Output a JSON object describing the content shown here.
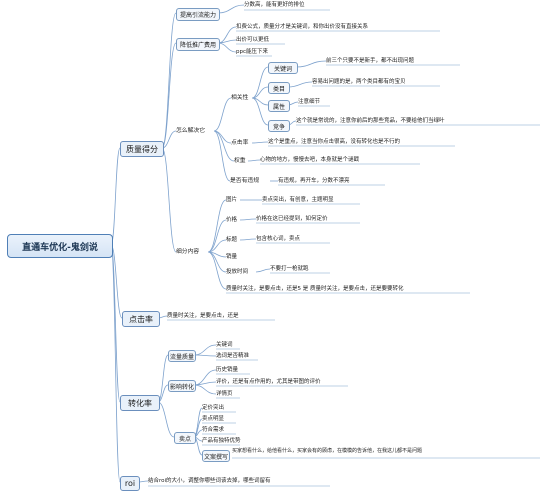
{
  "root": "直通车优化-鬼剑说",
  "branches": {
    "quality": "质量得分",
    "ctr": "点击率",
    "conversion": "转化率",
    "roi": "roi"
  },
  "quality": {
    "raise": "提高引流能力",
    "raise_leaf": "分数高，能有更好的排位",
    "reduce": "降低推广费用",
    "reduce_leaves": [
      "扣费公式，质量分才是关键词，和你出价没有直接关系",
      "出价可以更低",
      "ppc能压下来"
    ],
    "howto": "怎么解决它",
    "relevance": "相关性",
    "rel_keyword": "关键词",
    "rel_keyword_leaf": "前三个只要不是新手，都不出现问题",
    "rel_category": "类目",
    "rel_category_leaf": "容易出问题的是，两个类目都有的宝贝",
    "rel_attr": "属性",
    "rel_attr_leaf": "注意细节",
    "rel_compete": "竞争",
    "rel_compete_leaf": "这个就是常说的，注意你前后的那些竞品，不要给他们当绿叶",
    "click": "点击率",
    "click_leaf": "这个是重点，注意当你点击很高，没有转化也是不行的",
    "weight": "权重",
    "weight_leaf": "心物的地方，慢慢去吧，本身就是个谜戳",
    "violation": "是否有违规",
    "violation_leaf": "有违规，再开车，分数不漂亮",
    "detail": "细分内容",
    "d_image": "图片",
    "d_image_leaf": "卖点突出，有创意，主题明显",
    "d_price": "价格",
    "d_price_leaf": "价格在这已经提到，如何定价",
    "d_title": "标题",
    "d_title_leaf": "包含核心词，卖点",
    "d_sales": "销量",
    "d_time": "投放时间",
    "d_time_leaf": "不要打一枪就跑",
    "d_summary": "质量时关注，是要点击，还是5 是 质量时关注，是要点击，还是要要转化"
  },
  "ctr": {
    "leaf": "质量时关注，是要点击，还是"
  },
  "conversion": {
    "traffic": "流量质量",
    "traffic_leaves": [
      "关键词",
      "选词是否精准"
    ],
    "influence": "影响转化",
    "influence_leaves": [
      "历史销量",
      "评价，还是有点作用的，尤其是带图的评价",
      "详情页"
    ],
    "selling": "卖点",
    "selling_leaves": [
      "定价突出",
      "卖点明显",
      "符合需求",
      "产品有独特优势"
    ],
    "copy": "文案撰写",
    "copy_leaf": "买家想看什么，给他看什么，买家会有的顾虑，在模模的告诉他，在我这儿都不是问题"
  },
  "roi": {
    "leaf": "结合roi的大小，调整你哪些词该去掉，哪些词留有"
  },
  "colors": {
    "line": "#7ea2cd",
    "box_border": "#7a9cc2",
    "root_border": "#4f7fb6"
  }
}
